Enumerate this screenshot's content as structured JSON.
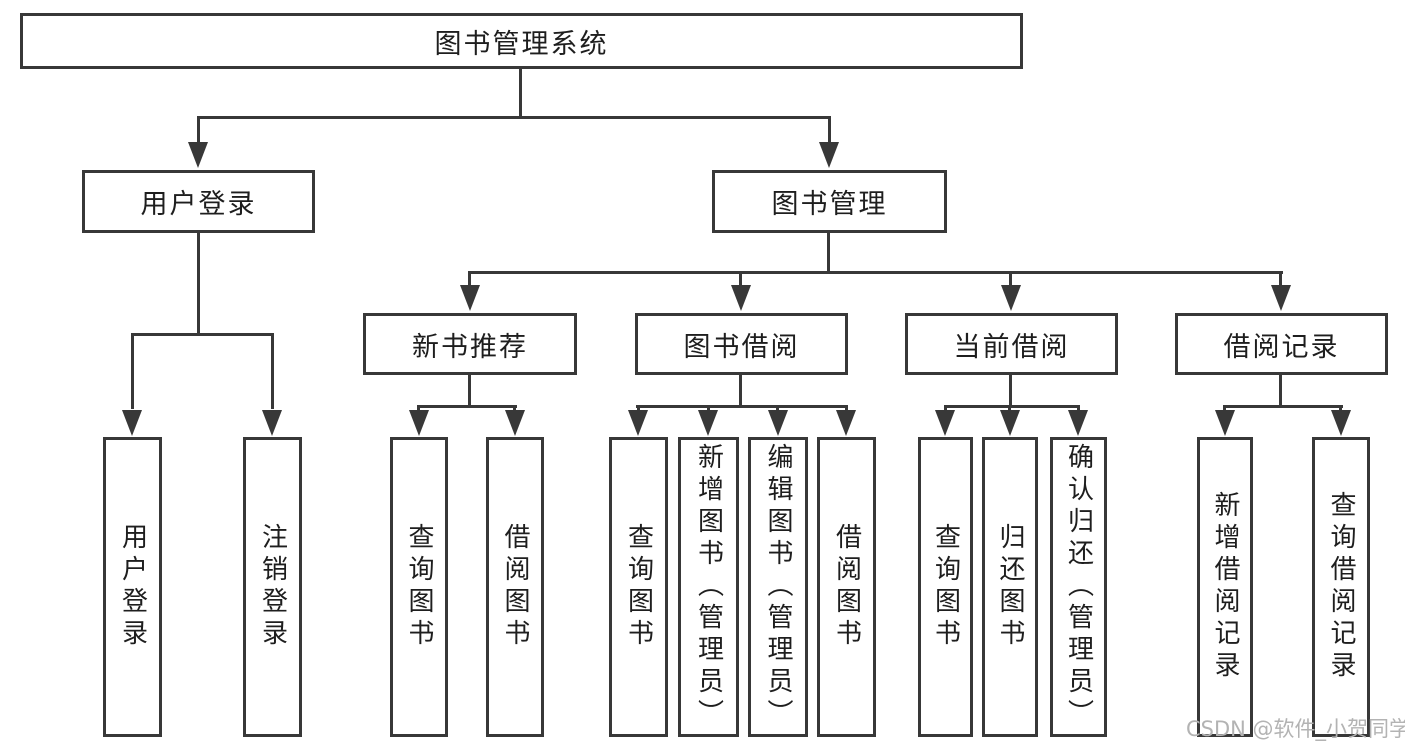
{
  "diagram_type": "tree",
  "colors": {
    "line": "#383838",
    "text": "#1e1e1e",
    "watermark": "#b3b3b3",
    "background": "#ffffff"
  },
  "watermark": {
    "text": "CSDN @软件_小贺同学"
  },
  "tree": {
    "label": "图书管理系统",
    "children": [
      {
        "label": "用户登录",
        "children": [
          {
            "label": "用户登录"
          },
          {
            "label": "注销登录"
          }
        ]
      },
      {
        "label": "图书管理",
        "children": [
          {
            "label": "新书推荐",
            "children": [
              {
                "label": "查询图书"
              },
              {
                "label": "借阅图书"
              }
            ]
          },
          {
            "label": "图书借阅",
            "children": [
              {
                "label": "查询图书"
              },
              {
                "label": "新增图书（管理员）"
              },
              {
                "label": "编辑图书（管理员）"
              },
              {
                "label": "借阅图书"
              }
            ]
          },
          {
            "label": "当前借阅",
            "children": [
              {
                "label": "查询图书"
              },
              {
                "label": "归还图书"
              },
              {
                "label": "确认归还（管理员）"
              }
            ]
          },
          {
            "label": "借阅记录",
            "children": [
              {
                "label": "新增借阅记录"
              },
              {
                "label": "查询借阅记录"
              }
            ]
          }
        ]
      }
    ]
  }
}
